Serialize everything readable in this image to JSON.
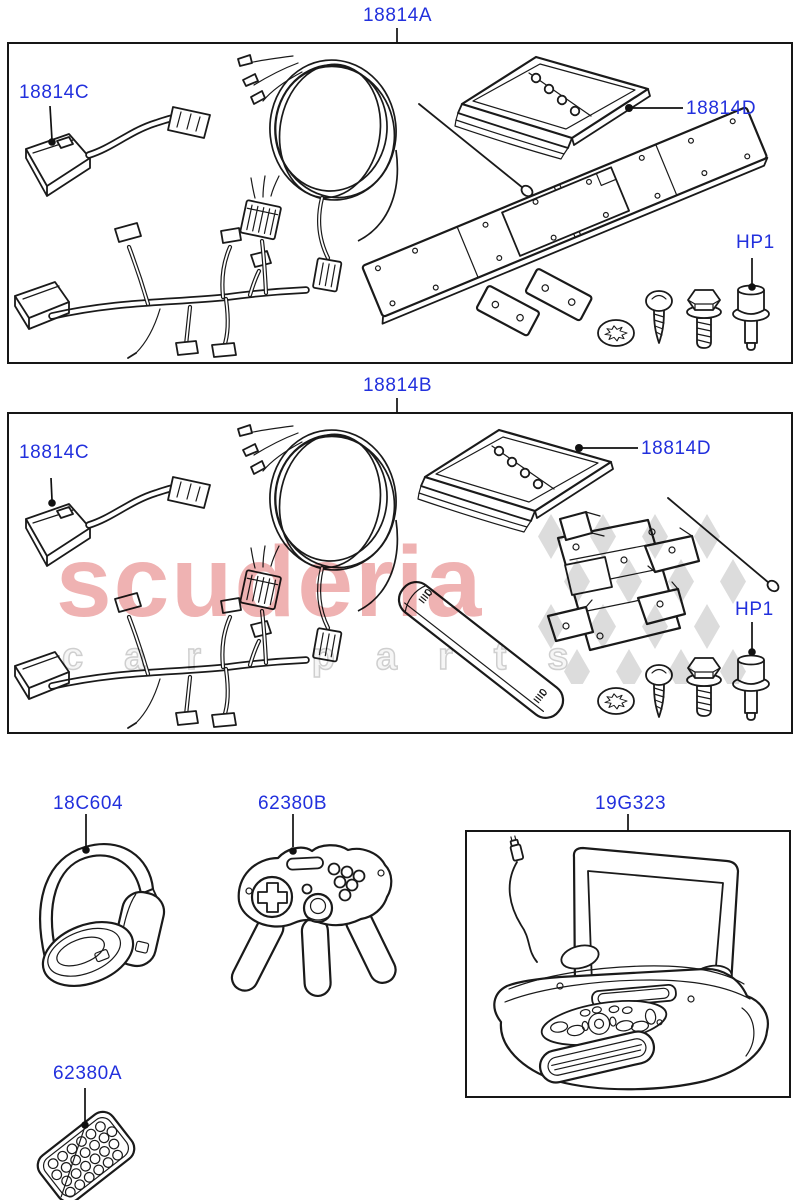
{
  "page": {
    "type": "vehicle-parts-diagram",
    "subject": "rear seat entertainment kits"
  },
  "labels": {
    "kit_a": "18814A",
    "kit_b": "18814B",
    "module": "18814C",
    "manual": "18814D",
    "hardware": "HP1",
    "headphones": "18C604",
    "controller": "62380B",
    "remote": "62380A",
    "player": "19G323"
  },
  "watermark": {
    "brand": "scuderia",
    "tagline": "car parts"
  },
  "colors": {
    "label_blue": "#2230dd",
    "line": "#1a1a1a",
    "watermark_pink": "#efb2b2",
    "watermark_gray": "#cfcfcf",
    "background": "#ffffff"
  }
}
